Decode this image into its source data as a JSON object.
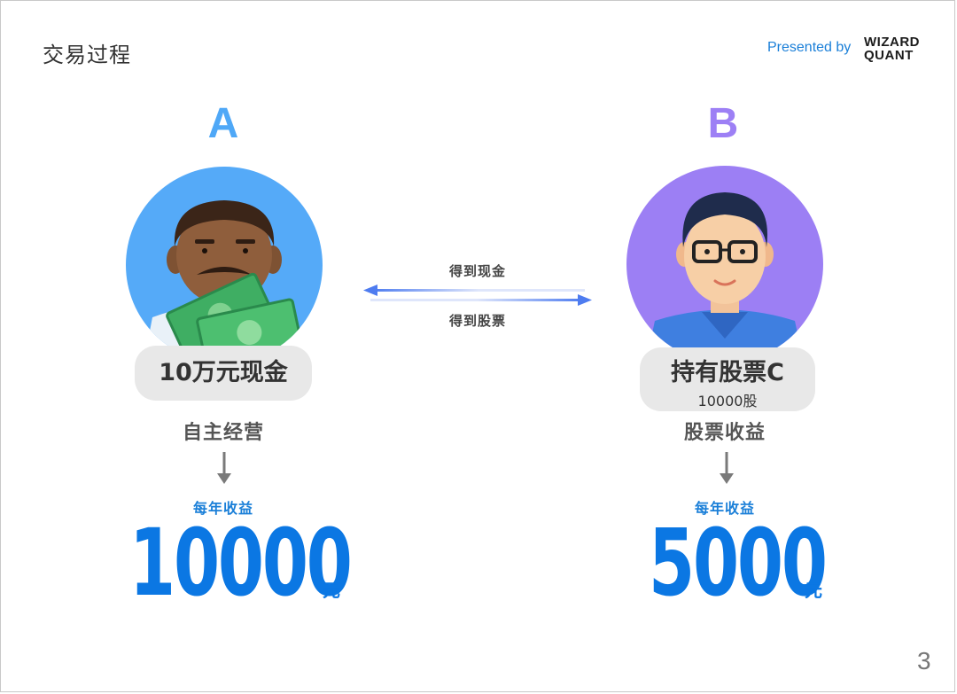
{
  "header": {
    "title": "交易过程",
    "presented_by": "Presented by",
    "brand_line1": "WIZARD",
    "brand_line2": "QUANT"
  },
  "party_a": {
    "letter": "A",
    "letter_color": "#4fa8f7",
    "circle_color": "#55aaf8",
    "holding": "10万元现金",
    "activity": "自主经营",
    "yearly_label": "每年收益",
    "amount": "10000",
    "unit": "元"
  },
  "party_b": {
    "letter": "B",
    "letter_color": "#9d80f5",
    "circle_color": "#9c7ff4",
    "holding": "持有股票C",
    "holding_detail": "10000股",
    "activity": "股票收益",
    "yearly_label": "每年收益",
    "amount": "5000",
    "unit": "元"
  },
  "exchange": {
    "top_label": "得到现金",
    "bottom_label": "得到股票"
  },
  "page_number": "3",
  "colors": {
    "accent_blue": "#0b77e3",
    "label_blue": "#1a7fd8",
    "pill_gray": "#e8e8e8"
  }
}
